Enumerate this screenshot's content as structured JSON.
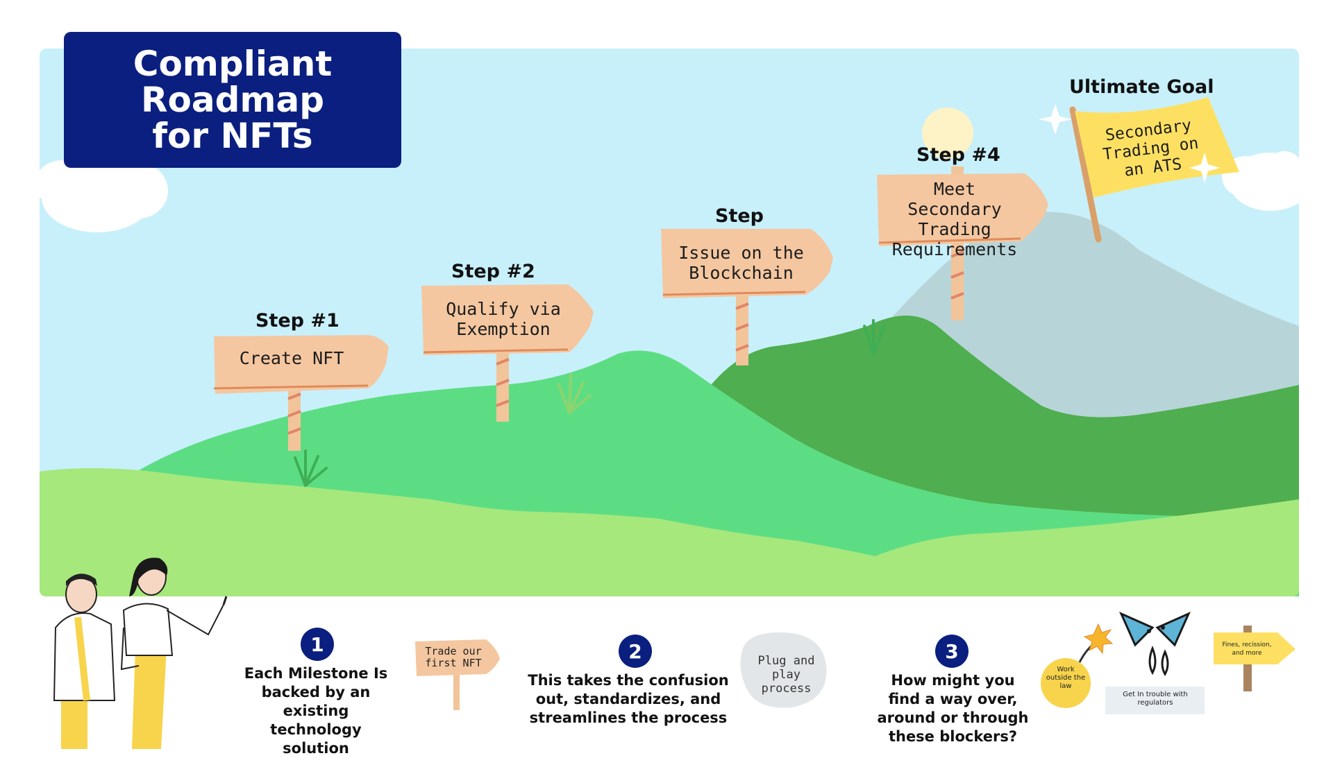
{
  "title": "Compliant Roadmap for NFTs",
  "steps": [
    {
      "label": "Step #1",
      "sign": "Create NFT"
    },
    {
      "label": "Step #2",
      "sign": "Qualify via Exemption"
    },
    {
      "label": "Step",
      "sign": "Issue on the Blockchain"
    },
    {
      "label": "Step #4",
      "sign": "Meet Secondary Trading Requirements"
    }
  ],
  "goal": {
    "label": "Ultimate Goal",
    "flag": "Secondary Trading on an ATS"
  },
  "points": [
    {
      "number": "1",
      "text": "Each Milestone Is backed by an existing technology solution"
    },
    {
      "number": "2",
      "text": "This takes the confusion out, standardizes, and streamlines the process"
    },
    {
      "number": "3",
      "text": "How might you find a way over, around or through these blockers?"
    }
  ],
  "mini_sign": "Trade our first NFT",
  "blob": "Plug and play process",
  "blockers": {
    "bomb": "Work outside the law",
    "regulators": "Get In trouble with regulators",
    "post": "Fines, recission, and more"
  },
  "colors": {
    "title_bg": "#0a1f7f",
    "sky": "#c8f0fb",
    "hill_light": "#a6e87c",
    "hill_mid": "#5ddd83",
    "hill_dark": "#4fae4f",
    "mountain": "#b7d5d8",
    "sign": "#f4c7a0",
    "flag": "#fde062"
  }
}
